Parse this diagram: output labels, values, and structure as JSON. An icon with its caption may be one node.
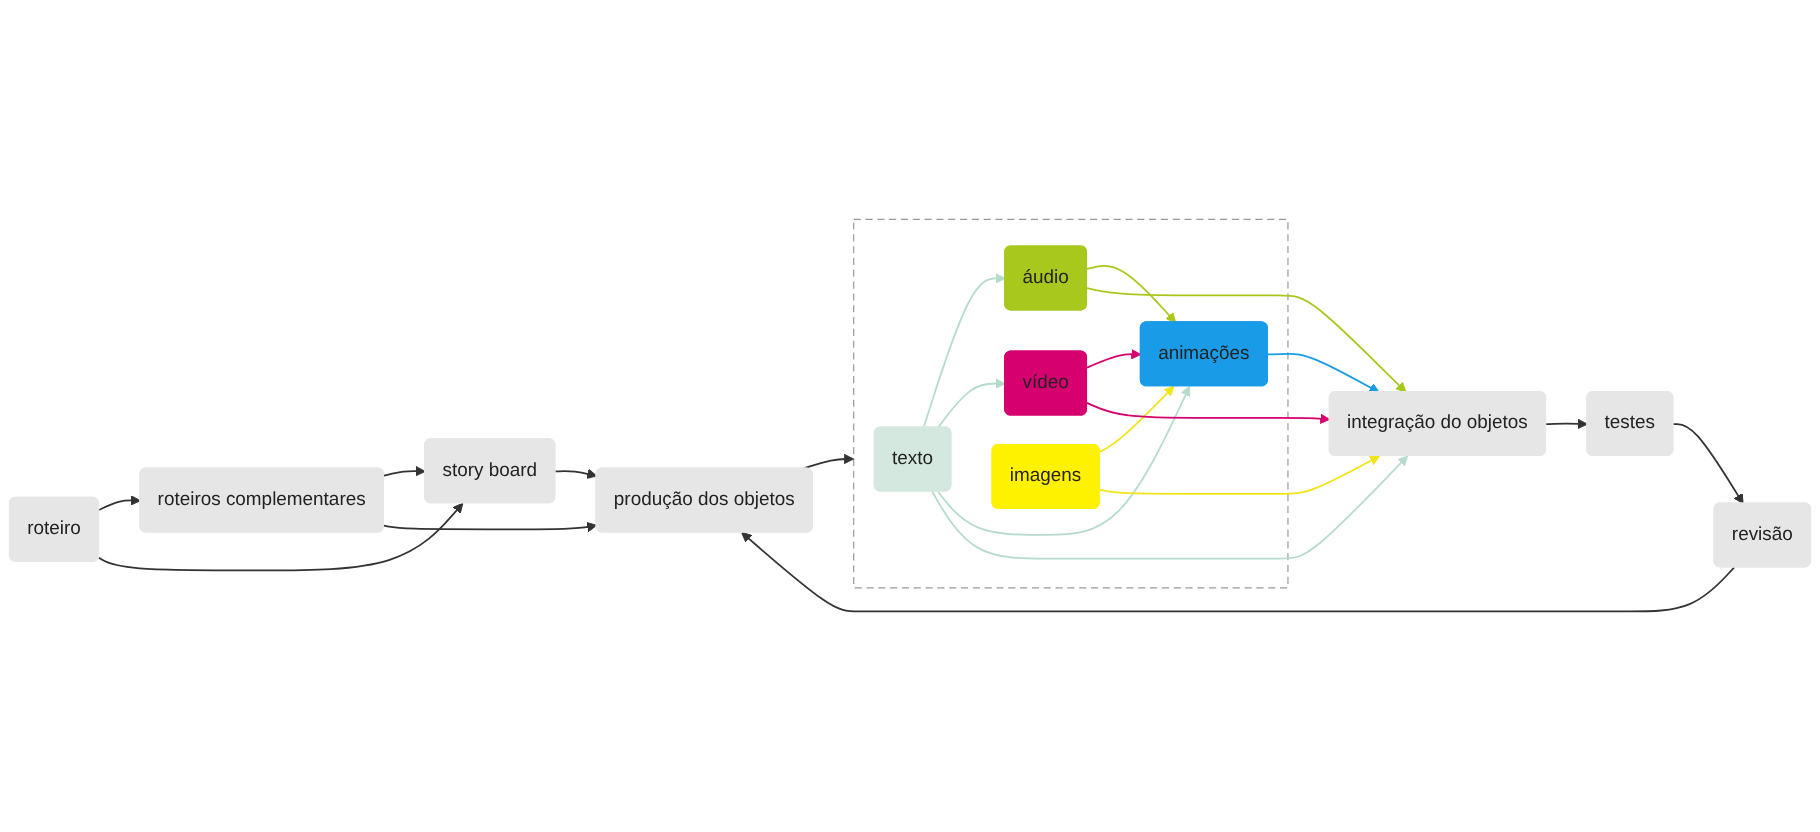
{
  "diagram": {
    "nodes": [
      {
        "text": [
          "roteiro"
        ]
      },
      {
        "text": [
          "roteiros complementares"
        ]
      },
      {
        "text": [
          "story board"
        ]
      },
      {
        "text": [
          "produção dos objetos"
        ]
      },
      {
        "text": [],
        "shape": "box"
      },
      {
        "text": [
          "texto"
        ],
        "in": 4
      },
      {
        "text": [
          "áudio"
        ],
        "in": 4
      },
      {
        "text": [
          "vídeo"
        ],
        "in": 4
      },
      {
        "text": [
          "imagens"
        ],
        "in": 4
      },
      {
        "text": [
          "animações"
        ],
        "in": 4
      },
      {
        "text": [
          "integração do objetos"
        ]
      },
      {
        "text": [
          "testes"
        ]
      },
      {
        "text": [
          "revisão"
        ]
      }
    ],
    "edges": [
      {
        "from": 0,
        "to": 1,
        "arrow": "to"
      },
      {
        "from": 0,
        "to": 2,
        "arrow": "to"
      },
      {
        "from": 1,
        "to": 2,
        "arrow": "to"
      },
      {
        "from": 1,
        "to": 3,
        "arrow": "to"
      },
      {
        "from": 2,
        "to": 3,
        "arrow": "to"
      },
      {
        "from": 3,
        "to": 4,
        "arrow": "to"
      },
      {
        "from": 5,
        "to": 6,
        "arrow": "to",
        "color": "#b5dccb"
      },
      {
        "from": 5,
        "to": 7,
        "arrow": "to",
        "color": "#b5dccb"
      },
      {
        "from": 5,
        "to": 9,
        "arrow": "to",
        "color": "#b5dccb"
      },
      {
        "from": 6,
        "to": 9,
        "arrow": "to",
        "color": "#a8c81e"
      },
      {
        "from": 7,
        "to": 9,
        "arrow": "to",
        "color": "#d6006e"
      },
      {
        "from": 8,
        "to": 9,
        "arrow": "to",
        "color": "#f2e41a"
      },
      {
        "from": 5,
        "to": 10,
        "arrow": "to",
        "color": "#b5dccb"
      },
      {
        "from": 6,
        "to": 10,
        "arrow": "to",
        "color": "#a8c81e"
      },
      {
        "from": 7,
        "to": 10,
        "arrow": "to",
        "color": "#d6006e"
      },
      {
        "from": 8,
        "to": 10,
        "arrow": "to",
        "color": "#f2e41a"
      },
      {
        "from": 9,
        "to": 10,
        "arrow": "to",
        "color": "#1a9be8"
      },
      {
        "from": 10,
        "to": 11,
        "arrow": "to"
      },
      {
        "from": 11,
        "to": 12,
        "arrow": "to"
      },
      {
        "from": 12,
        "to": 3,
        "arrow": "to"
      }
    ]
  }
}
